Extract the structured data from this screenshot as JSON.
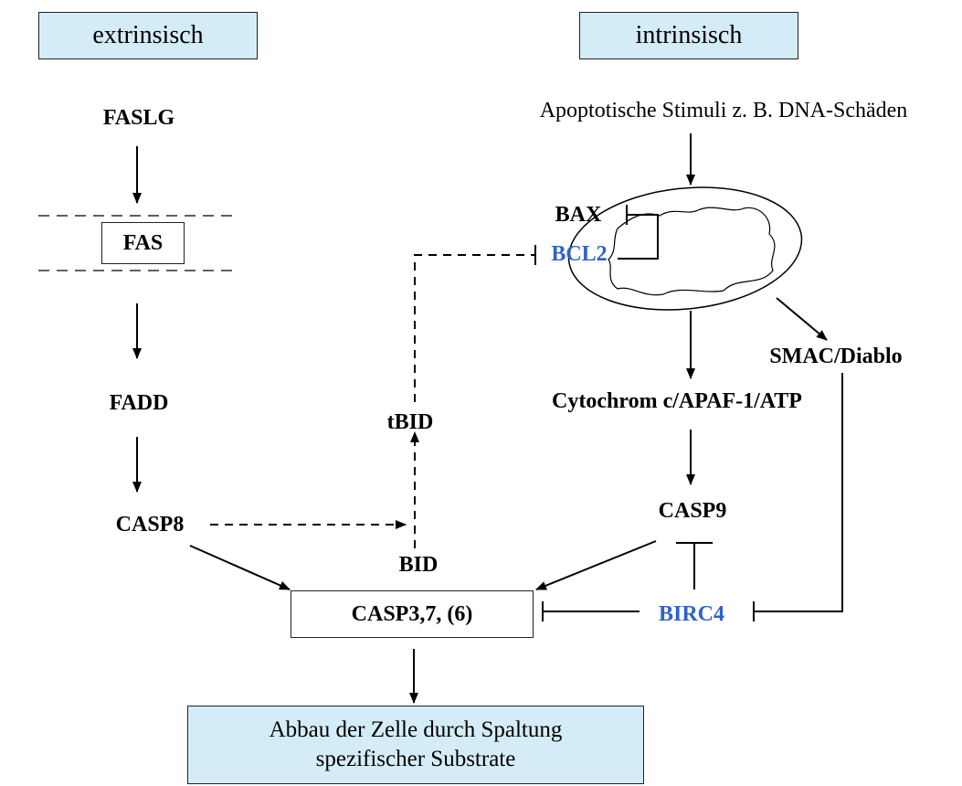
{
  "headers": {
    "left": "extrinsisch",
    "right": "intrinsisch"
  },
  "nodes": {
    "fas_ligand": "FASLG",
    "fas": "FAS",
    "fadd": "FADD",
    "casp8": "CASP8",
    "bid": "BID",
    "tbid": "tBID",
    "stimuli": "Apoptotische Stimuli z. B. DNA-Schäden",
    "bax": "BAX",
    "bcl2": "BCL2",
    "smac": "SMAC/Diablo",
    "cytochrom": "Cytochrom c/APAF-1/ATP",
    "casp9": "CASP9",
    "casp3": "CASP3,7, (6)",
    "birc4": "BIRC4"
  },
  "result": {
    "line1": "Abbau der Zelle durch Spaltung",
    "line2": "spezifischer Substrate"
  },
  "colors": {
    "inhibitor_text": "#2e62c9",
    "header_fill": "#d4ecf7"
  }
}
